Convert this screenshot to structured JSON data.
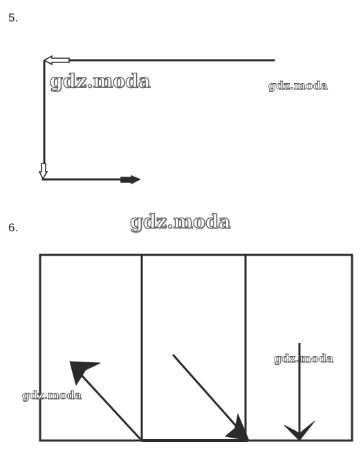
{
  "problems": {
    "p5": {
      "number": "5."
    },
    "p6": {
      "number": "6."
    }
  },
  "watermarks": {
    "wm1": "gdz.moda",
    "wm2": "gdz.moda",
    "wm3": "gdz.moda",
    "wm4": "gdz.moda",
    "wm5": "gdz.moda"
  },
  "colors": {
    "stroke": "#2b2b2b",
    "background": "#ffffff"
  }
}
